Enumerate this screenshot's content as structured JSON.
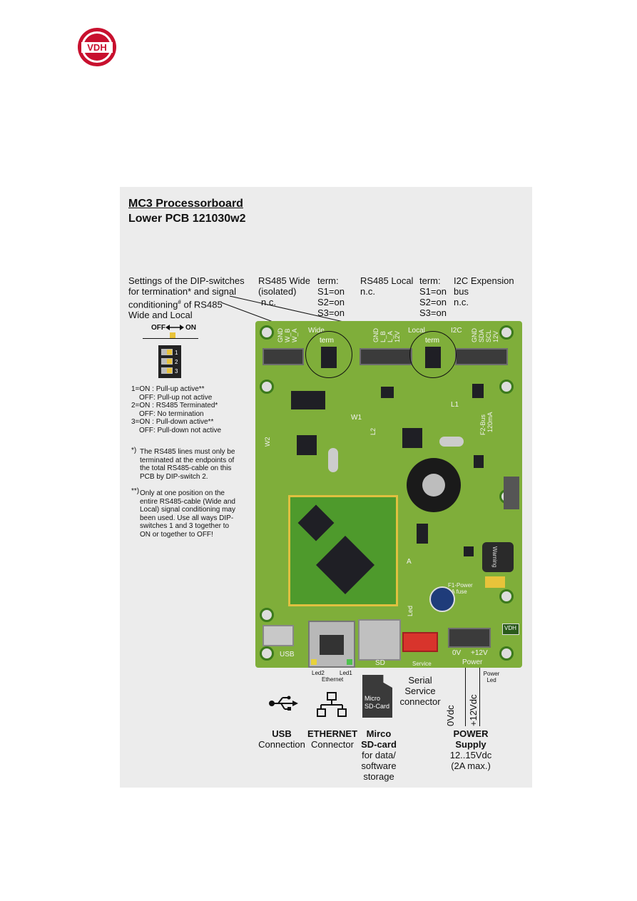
{
  "logo": {
    "text": "VDH",
    "color_outer": "#c8102e",
    "color_inner": "#ffffff"
  },
  "heading": {
    "line1": "MC3 Processorboard",
    "line2": "Lower PCB 121030w2"
  },
  "dip_settings": {
    "intro": [
      "Settings of the DIP-switches",
      "for termination* and signal",
      "conditioning",
      "of RS485",
      "Wide and Local"
    ],
    "hash": "#",
    "off_label": "OFF",
    "on_label": "ON",
    "switch_numbers": [
      "1",
      "2",
      "3"
    ],
    "switch_on_text": "ON",
    "legend": [
      {
        "on": "1=ON  : Pull-up active**",
        "off": "OFF: Pull-up not active"
      },
      {
        "on": "2=ON  : RS485 Terminated*",
        "off": "OFF: No termination"
      },
      {
        "on": "3=ON  : Pull-down active**",
        "off": "OFF: Pull-down not active"
      }
    ],
    "note1_mark": "*)",
    "note1": [
      "The RS485 lines must only be",
      "terminated at the endpoints of",
      "the total RS485-cable on this",
      "PCB by DIP-switch 2."
    ],
    "note2_mark": "**)",
    "note2": [
      "Only at one position on the",
      "entire RS485-cable (Wide and",
      "Local) signal conditioning may",
      "been used. Use all ways DIP-",
      "switches 1 and 3 together to",
      "ON or together to OFF!"
    ]
  },
  "top_labels": {
    "rs485_wide": [
      "RS485 Wide",
      "(isolated)",
      "n.c."
    ],
    "term_wide": [
      "term:",
      "S1=on",
      "S2=on",
      "S3=on"
    ],
    "rs485_local": [
      "RS485 Local",
      "n.c."
    ],
    "term_local": [
      "term:",
      "S1=on",
      "S2=on",
      "S3=on"
    ],
    "i2c": [
      "I2C Expension",
      "bus",
      "n.c."
    ]
  },
  "pcb": {
    "wide": "Wide",
    "local": "Local",
    "i2c": "I2C",
    "term": "term",
    "wide_pins": [
      "GND",
      "W_B",
      "W_A"
    ],
    "local_pins": [
      "GND",
      "L_B",
      "L_A",
      "12V"
    ],
    "i2c_pins": [
      "GND",
      "SDA",
      "SCL",
      "12V"
    ],
    "w1": "W1",
    "w2": "W2",
    "l1": "L1",
    "l2": "L2",
    "led_a": "A",
    "led_label": "Led",
    "warning": "Warning",
    "f1": [
      "F1-Power",
      "2A fuse"
    ],
    "f2": [
      "F2-Bus",
      "120mA"
    ],
    "usb": "USB",
    "sd": "SD",
    "service": "Service",
    "power": "Power",
    "zero_v": "0V",
    "plus12": "+12V",
    "vdh": "VDH",
    "led2": "Led2",
    "led1": "Led1",
    "ethernet": "Ethernet",
    "power_led": [
      "Power",
      "Led"
    ],
    "colors": {
      "board": "#7fae3a",
      "chip": "#1f1f25",
      "gold": "#e8c33a"
    }
  },
  "bottom": {
    "serial": [
      "Serial",
      "Service",
      "connector"
    ],
    "zero_vdc": "0Vdc",
    "plus12_vdc": "+12Vdc",
    "sd_icon": [
      "Micro",
      "SD-Card"
    ],
    "usb": [
      "USB",
      "Connection"
    ],
    "ethernet": [
      "ETHERNET",
      "Connector"
    ],
    "sdcard": [
      "Mirco",
      "SD-card",
      "for data/",
      "software",
      "storage"
    ],
    "power": [
      "POWER",
      "Supply",
      "12..15Vdc",
      "(2A max.)"
    ]
  }
}
